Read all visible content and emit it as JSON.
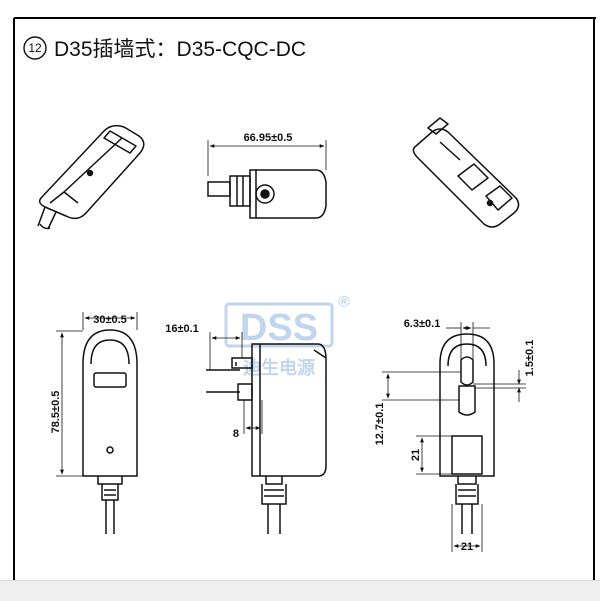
{
  "title": {
    "number": "12",
    "text": "D35插墙式：D35-CQC-DC"
  },
  "dimensions": {
    "top_width": "66.95±0.5",
    "front_width": "30±0.5",
    "front_height": "78.5±0.5",
    "side_pin_length": "16±0.1",
    "side_pin_offset": "8",
    "end_pin_width": "6.3±0.1",
    "end_pin_thickness": "1.5±0.1",
    "end_pin_spacing": "12.7±0.1",
    "end_slot_height": "21",
    "end_bottom_width": "21"
  },
  "watermark": {
    "logo": "DSS",
    "registered_mark": "®",
    "tagline": "迪生电源"
  },
  "colors": {
    "line": "#111111",
    "frame": "#000000",
    "watermark": "#8fb3e0",
    "background": "#ffffff"
  }
}
